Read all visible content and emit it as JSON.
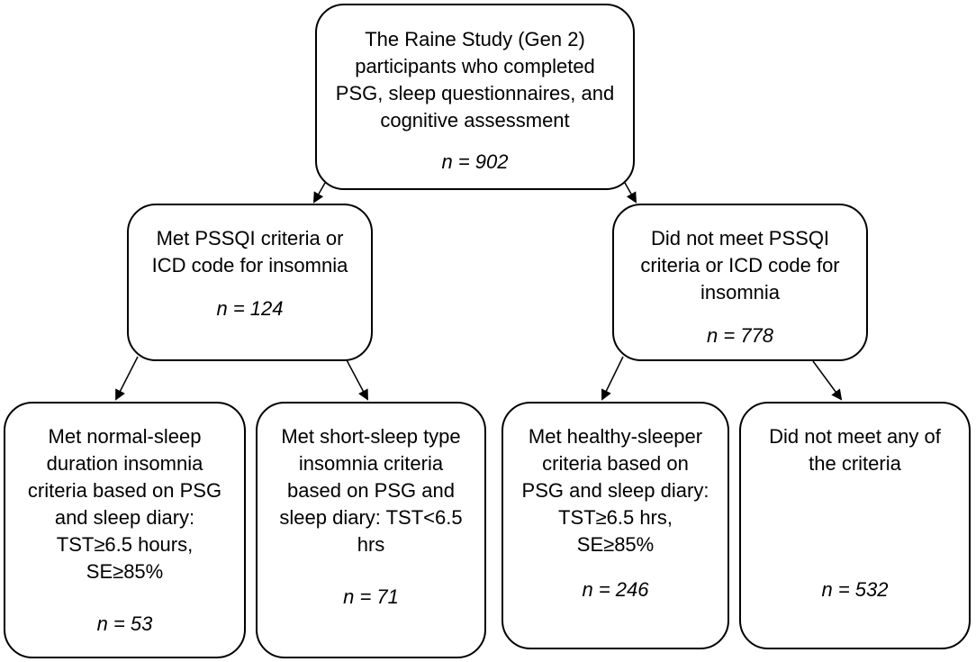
{
  "root": {
    "text": "The Raine Study (Gen 2) participants who completed PSG, sleep questionnaires, and cognitive assessment",
    "n": "n = 902"
  },
  "insomnia": {
    "text": "Met PSSQI criteria or ICD code for insomnia",
    "n": "n = 124"
  },
  "no_insomnia": {
    "text": "Did not meet PSSQI criteria or ICD code for insomnia",
    "n": "n = 778"
  },
  "normal_sleep": {
    "text": "Met normal-sleep duration insomnia criteria based on PSG and sleep diary: TST≥6.5 hours, SE≥85%",
    "n": "n = 53"
  },
  "short_sleep": {
    "text": "Met short-sleep type insomnia criteria based on PSG and sleep diary: TST<6.5 hrs",
    "n": "n = 71"
  },
  "healthy": {
    "text": "Met healthy-sleeper criteria based on PSG and sleep diary: TST≥6.5 hrs, SE≥85%",
    "n": "n = 246"
  },
  "none": {
    "text": "Did not meet any of the criteria",
    "n": "n = 532"
  }
}
